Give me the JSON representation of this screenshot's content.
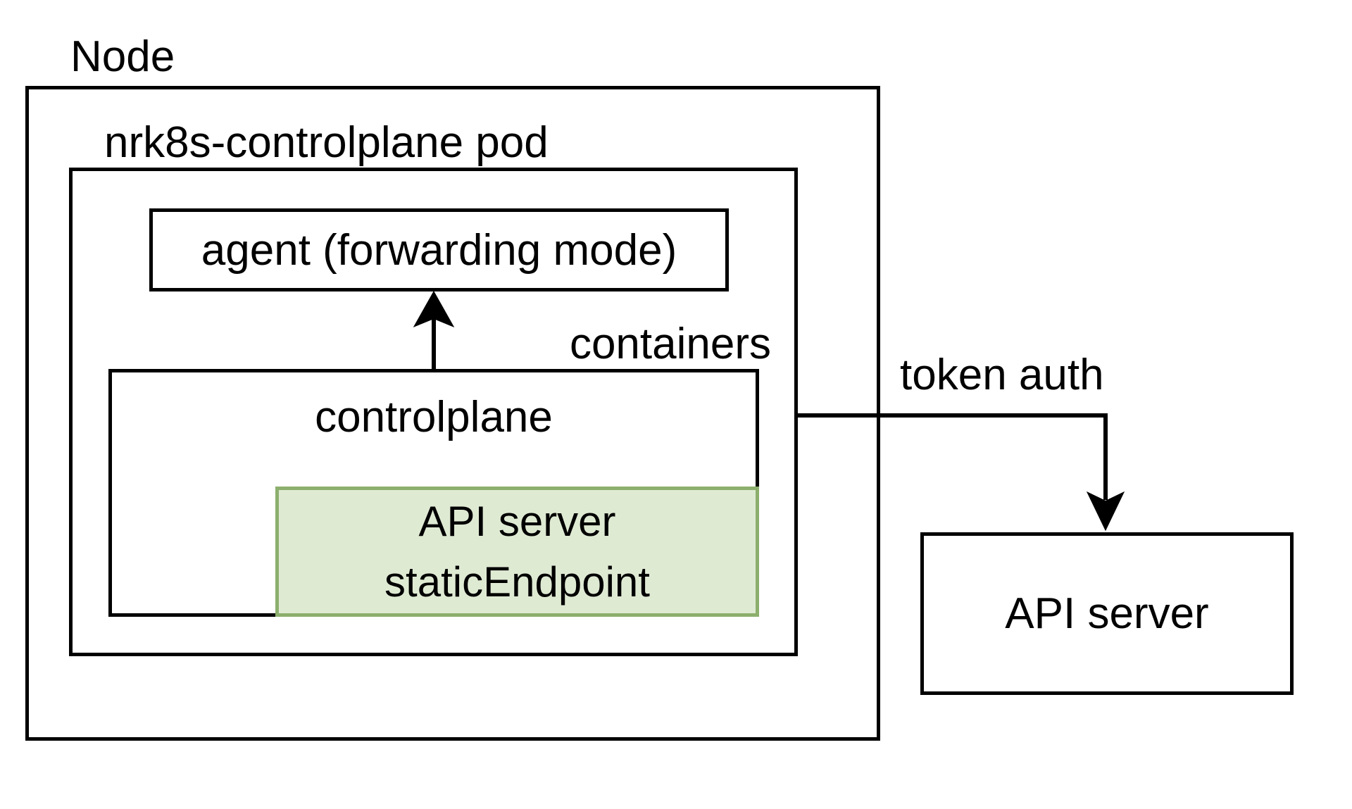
{
  "diagram": {
    "node_label": "Node",
    "pod_label": "nrk8s-controlplane pod",
    "agent_label": "agent (forwarding mode)",
    "containers_label": "containers",
    "controlplane_label": "controlplane",
    "static_endpoint": {
      "line1": "API server",
      "line2": "staticEndpoint"
    },
    "token_auth_label": "token auth",
    "external_api_label": "API server"
  },
  "colors": {
    "background": "#ffffff",
    "line": "#000000",
    "text": "#000000",
    "static_endpoint_fill": "#dfead3",
    "static_endpoint_stroke": "#8caf6d"
  }
}
